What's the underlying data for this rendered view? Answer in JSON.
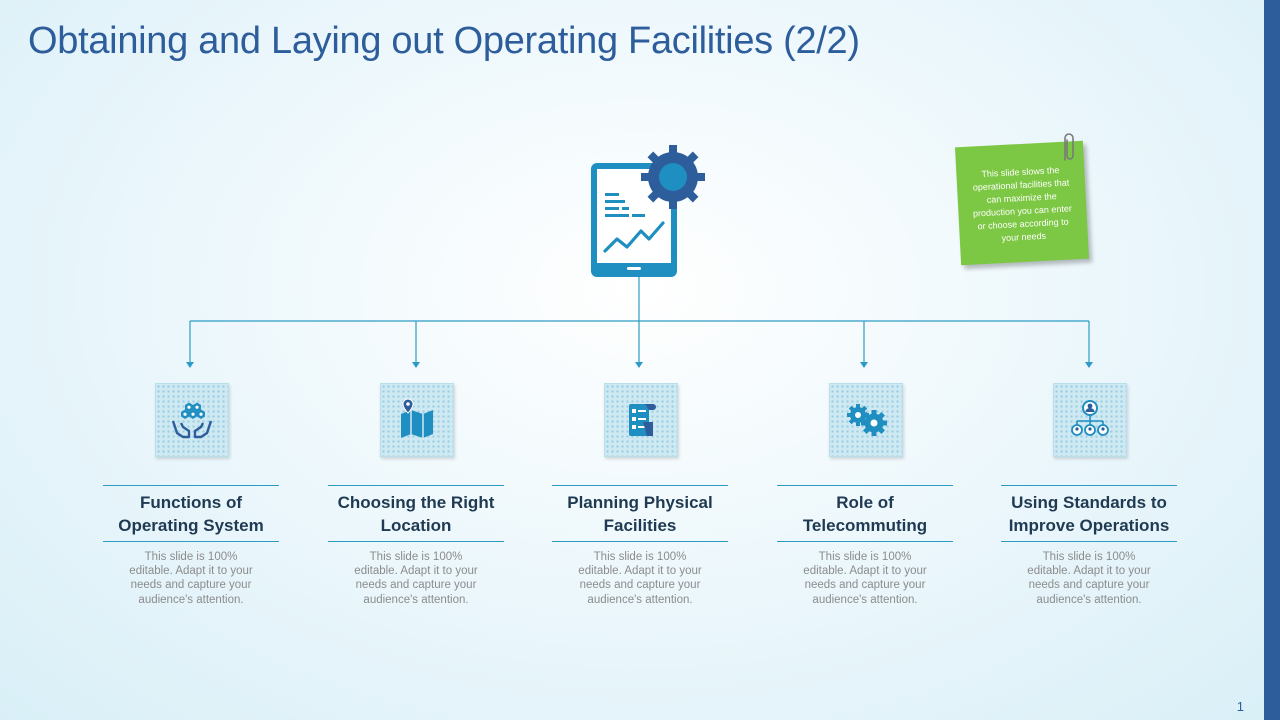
{
  "title": "Obtaining and Laying out Operating Facilities (2/2)",
  "page_number": "1",
  "note": {
    "text": "This slide slows the operational facilities that can maximize the production you can enter or choose according to your needs",
    "color": "#7cc743"
  },
  "colors": {
    "accent": "#2d5d9b",
    "icon_blue": "#1f8ec1",
    "line": "#2e9bc4",
    "heading_text": "#1f3a52",
    "body_text": "#8c8c8c"
  },
  "center_icon": "tablet-gear-chart-icon",
  "nodes": [
    {
      "heading": "Functions of Operating System",
      "icon": "hands-hexagons-icon",
      "description": "This slide is 100% editable. Adapt it to your needs and capture your audience's attention."
    },
    {
      "heading": "Choosing the Right Location",
      "icon": "map-pin-icon",
      "description": "This slide is 100% editable. Adapt it to your needs and capture your audience's attention."
    },
    {
      "heading": "Planning Physical Facilities",
      "icon": "checklist-icon",
      "description": "This slide is 100% editable. Adapt it to your needs and capture your audience's attention."
    },
    {
      "heading": "Role of Telecommuting",
      "icon": "gears-icon",
      "description": "This slide is 100% editable. Adapt it to your needs and capture your audience's attention."
    },
    {
      "heading": "Using Standards to Improve Operations",
      "icon": "org-chart-icon",
      "description": "This slide is 100% editable. Adapt it to your needs and capture your audience's attention."
    }
  ]
}
